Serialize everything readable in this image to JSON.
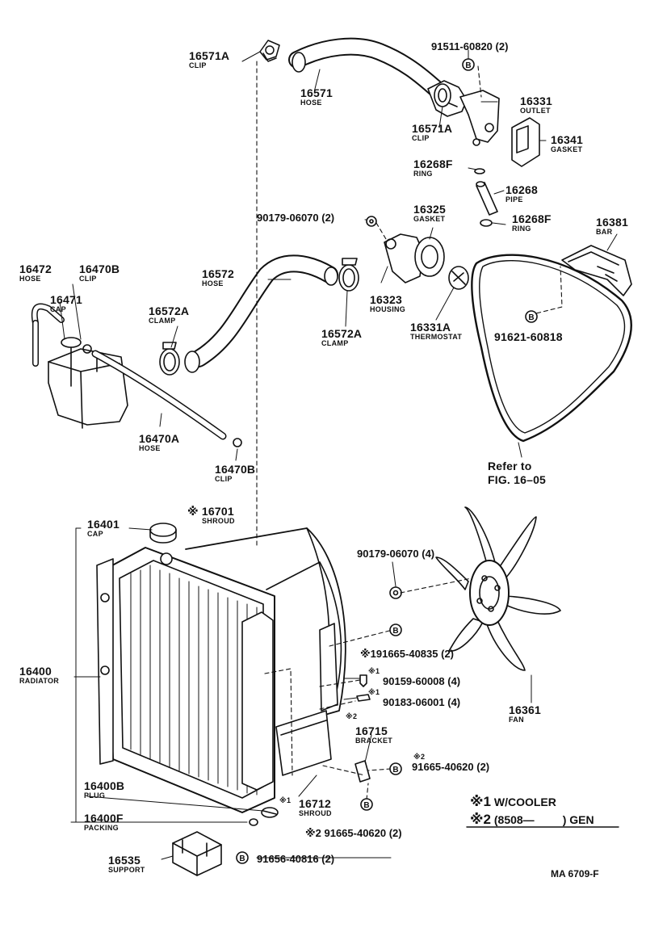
{
  "parts": {
    "p16571A_top": {
      "num": "16571A",
      "name": "CLIP"
    },
    "p16571": {
      "num": "16571",
      "name": "HOSE"
    },
    "p91511": {
      "num": "91511-60820 (2)"
    },
    "p16331": {
      "num": "16331",
      "name": "OUTLET"
    },
    "p16571A_mid": {
      "num": "16571A",
      "name": "CLIP"
    },
    "p16341": {
      "num": "16341",
      "name": "GASKET"
    },
    "p16268F_a": {
      "num": "16268F",
      "name": "RING"
    },
    "p16268": {
      "num": "16268",
      "name": "PIPE"
    },
    "p90179a": {
      "num": "90179-06070 (2)"
    },
    "p16325": {
      "num": "16325",
      "name": "GASKET"
    },
    "p16268F_b": {
      "num": "16268F",
      "name": "RING"
    },
    "p16381": {
      "num": "16381",
      "name": "BAR"
    },
    "p16472": {
      "num": "16472",
      "name": "HOSE"
    },
    "p16470B_a": {
      "num": "16470B",
      "name": "CLIP"
    },
    "p16572": {
      "num": "16572",
      "name": "HOSE"
    },
    "p16471": {
      "num": "16471",
      "name": "CAP"
    },
    "p16572A_a": {
      "num": "16572A",
      "name": "CLAMP"
    },
    "p16323": {
      "num": "16323",
      "name": "HOUSING"
    },
    "p16572A_b": {
      "num": "16572A",
      "name": "CLAMP"
    },
    "p16331A": {
      "num": "16331A",
      "name": "THERMOSTAT"
    },
    "p91621": {
      "num": "91621-60818"
    },
    "p16470A": {
      "num": "16470A",
      "name": "HOSE"
    },
    "p16470B_b": {
      "num": "16470B",
      "name": "CLIP"
    },
    "refer": {
      "line1": "Refer to",
      "line2": "FIG. 16–05"
    },
    "p16401": {
      "num": "16401",
      "name": "CAP"
    },
    "p16701": {
      "num": "※ 16701",
      "name": "SHROUD"
    },
    "p90179b": {
      "num": "90179-06070 (4)"
    },
    "p91665_40835": {
      "num": "※191665-40835 (2)"
    },
    "p16400": {
      "num": "16400",
      "name": "RADIATOR"
    },
    "p90159": {
      "num": "90159-60008 (4)",
      "mark": "※1"
    },
    "p90183": {
      "num": "90183-06001 (4)",
      "mark": "※1"
    },
    "p16361": {
      "num": "16361",
      "name": "FAN"
    },
    "mark2_a": {
      "num": "※2"
    },
    "p16715": {
      "num": "16715",
      "name": "BRACKET"
    },
    "p91665_40620a": {
      "num": "91665-40620 (2)",
      "mark": "※2"
    },
    "p16400B": {
      "num": "16400B",
      "name": "PLUG"
    },
    "p16712": {
      "num": "16712",
      "name": "SHROUD",
      "mark": "※1"
    },
    "p16400F": {
      "num": "16400F",
      "name": "PACKING"
    },
    "p91665_40620b": {
      "num": "※2 91665-40620 (2)"
    },
    "p16535": {
      "num": "16535",
      "name": "SUPPORT"
    },
    "p91656": {
      "num": "91656-40816 (2)"
    }
  },
  "legend": {
    "l1_mark": "※1",
    "l1_text": "W/COOLER",
    "l2_mark": "※2",
    "l2_text": "(8508—         ) GEN"
  },
  "ref_code": "MA 6709-F",
  "b_symbol": "B"
}
